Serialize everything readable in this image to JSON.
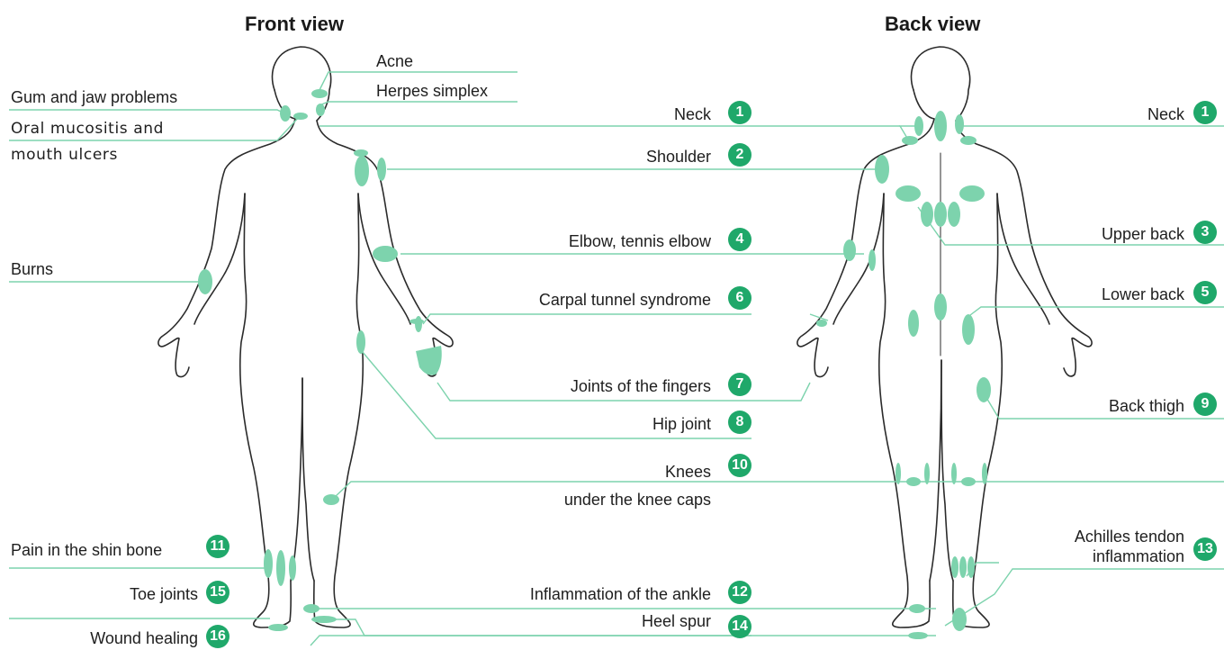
{
  "accent_color": "#7dd3ad",
  "badge_color": "#1fa86a",
  "outline_color": "#2b2b2b",
  "views": {
    "front": "Front view",
    "back": "Back view"
  },
  "labels": {
    "acne": "Acne",
    "herpes": "Herpes simplex",
    "gum": "Gum and jaw problems",
    "oral_line1": "Oral mucositis and",
    "oral_line2": "mouth ulcers",
    "burns": "Burns",
    "neck_front": "Neck",
    "shoulder": "Shoulder",
    "elbow": "Elbow, tennis elbow",
    "carpal": "Carpal tunnel syndrome",
    "fingers": "Joints of the fingers",
    "hip": "Hip joint",
    "knees_line1": "Knees",
    "knees_line2": "under the knee caps",
    "ankle": "Inflammation of the ankle",
    "heel": "Heel spur",
    "shin": "Pain in the shin bone",
    "toe": "Toe joints",
    "wound": "Wound healing",
    "neck_back": "Neck",
    "upper_back": "Upper back",
    "lower_back": "Lower back",
    "back_thigh": "Back thigh",
    "achilles_line1": "Achilles tendon",
    "achilles_line2": "inflammation"
  },
  "badges": {
    "neck_front": "1",
    "shoulder": "2",
    "elbow": "4",
    "carpal": "6",
    "fingers": "7",
    "hip": "8",
    "knees": "10",
    "ankle": "12",
    "heel": "14",
    "shin": "11",
    "toe": "15",
    "wound": "16",
    "neck_back": "1",
    "upper_back": "3",
    "lower_back": "5",
    "back_thigh": "9",
    "achilles": "13"
  }
}
